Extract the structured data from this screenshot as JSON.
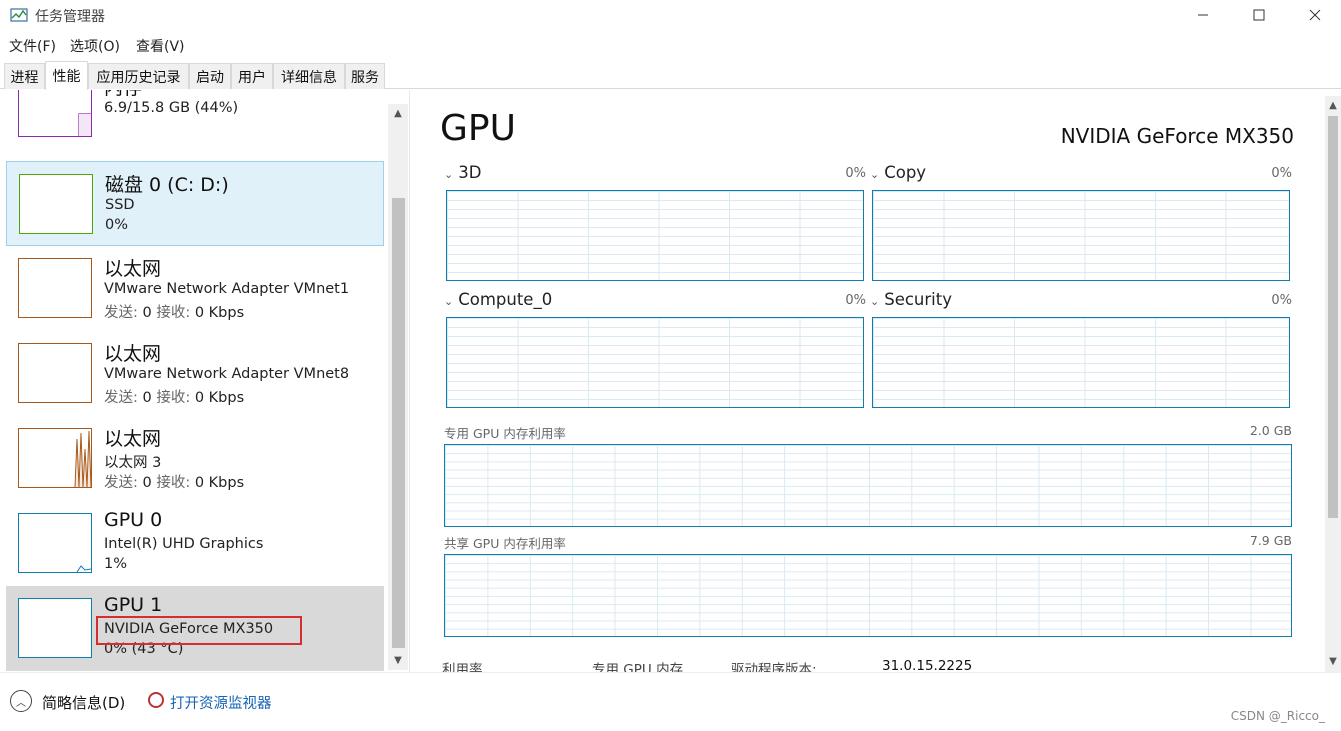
{
  "window": {
    "title": "任务管理器",
    "icon": "task-manager-icon",
    "controls": {
      "minimize": "—",
      "maximize": "☐",
      "close": "✕"
    }
  },
  "menu": [
    "文件(F)",
    "选项(O)",
    "查看(V)"
  ],
  "tabs": [
    {
      "label": "进程",
      "active": false
    },
    {
      "label": "性能",
      "active": true
    },
    {
      "label": "应用历史记录",
      "active": false
    },
    {
      "label": "启动",
      "active": false
    },
    {
      "label": "用户",
      "active": false
    },
    {
      "label": "详细信息",
      "active": false
    },
    {
      "label": "服务",
      "active": false
    }
  ],
  "sidebar": {
    "items": [
      {
        "title": "内存",
        "sub1": "6.9/15.8 GB (44%)",
        "sub2": "",
        "color": "#8b2ba8"
      },
      {
        "title": "磁盘 0 (C: D:)",
        "sub1": "SSD",
        "sub2": "0%",
        "color": "#4da60c"
      },
      {
        "title": "以太网",
        "sub1": "VMware Network Adapter VMnet1",
        "sub2_label_send": "发送:",
        "sub2_send": "0",
        "sub2_label_recv": "接收:",
        "sub2_recv": "0 Kbps",
        "color": "#a7591c"
      },
      {
        "title": "以太网",
        "sub1": "VMware Network Adapter VMnet8",
        "sub2_label_send": "发送:",
        "sub2_send": "0",
        "sub2_label_recv": "接收:",
        "sub2_recv": "0 Kbps",
        "color": "#a7591c"
      },
      {
        "title": "以太网",
        "sub1": "以太网 3",
        "sub2_label_send": "发送:",
        "sub2_send": "0",
        "sub2_label_recv": "接收:",
        "sub2_recv": "0 Kbps",
        "color": "#a7591c"
      },
      {
        "title": "GPU 0",
        "sub1": "Intel(R) UHD Graphics",
        "sub2": "1%",
        "color": "#117daf"
      },
      {
        "title": "GPU 1",
        "sub1": "NVIDIA GeForce MX350",
        "sub2": "0% (43 °C)",
        "color": "#117daf"
      }
    ]
  },
  "main": {
    "heading": "GPU",
    "model": "NVIDIA GeForce MX350",
    "engines": [
      {
        "name": "3D",
        "value": "0%"
      },
      {
        "name": "Copy",
        "value": "0%"
      },
      {
        "name": "Compute_0",
        "value": "0%"
      },
      {
        "name": "Security",
        "value": "0%"
      }
    ],
    "dedicated_label": "专用 GPU 内存利用率",
    "dedicated_max": "2.0 GB",
    "shared_label": "共享 GPU 内存利用率",
    "shared_max": "7.9 GB",
    "bottom": {
      "utilization": "利用率",
      "dedicated_mem": "专用 GPU 内存",
      "driver_version_label": "驱动程序版本:",
      "driver_version": "31.0.15.2225"
    }
  },
  "footer": {
    "collapse": "简略信息(D)",
    "monitor": "打开资源监视器",
    "watermark": "CSDN @_Ricco_"
  }
}
